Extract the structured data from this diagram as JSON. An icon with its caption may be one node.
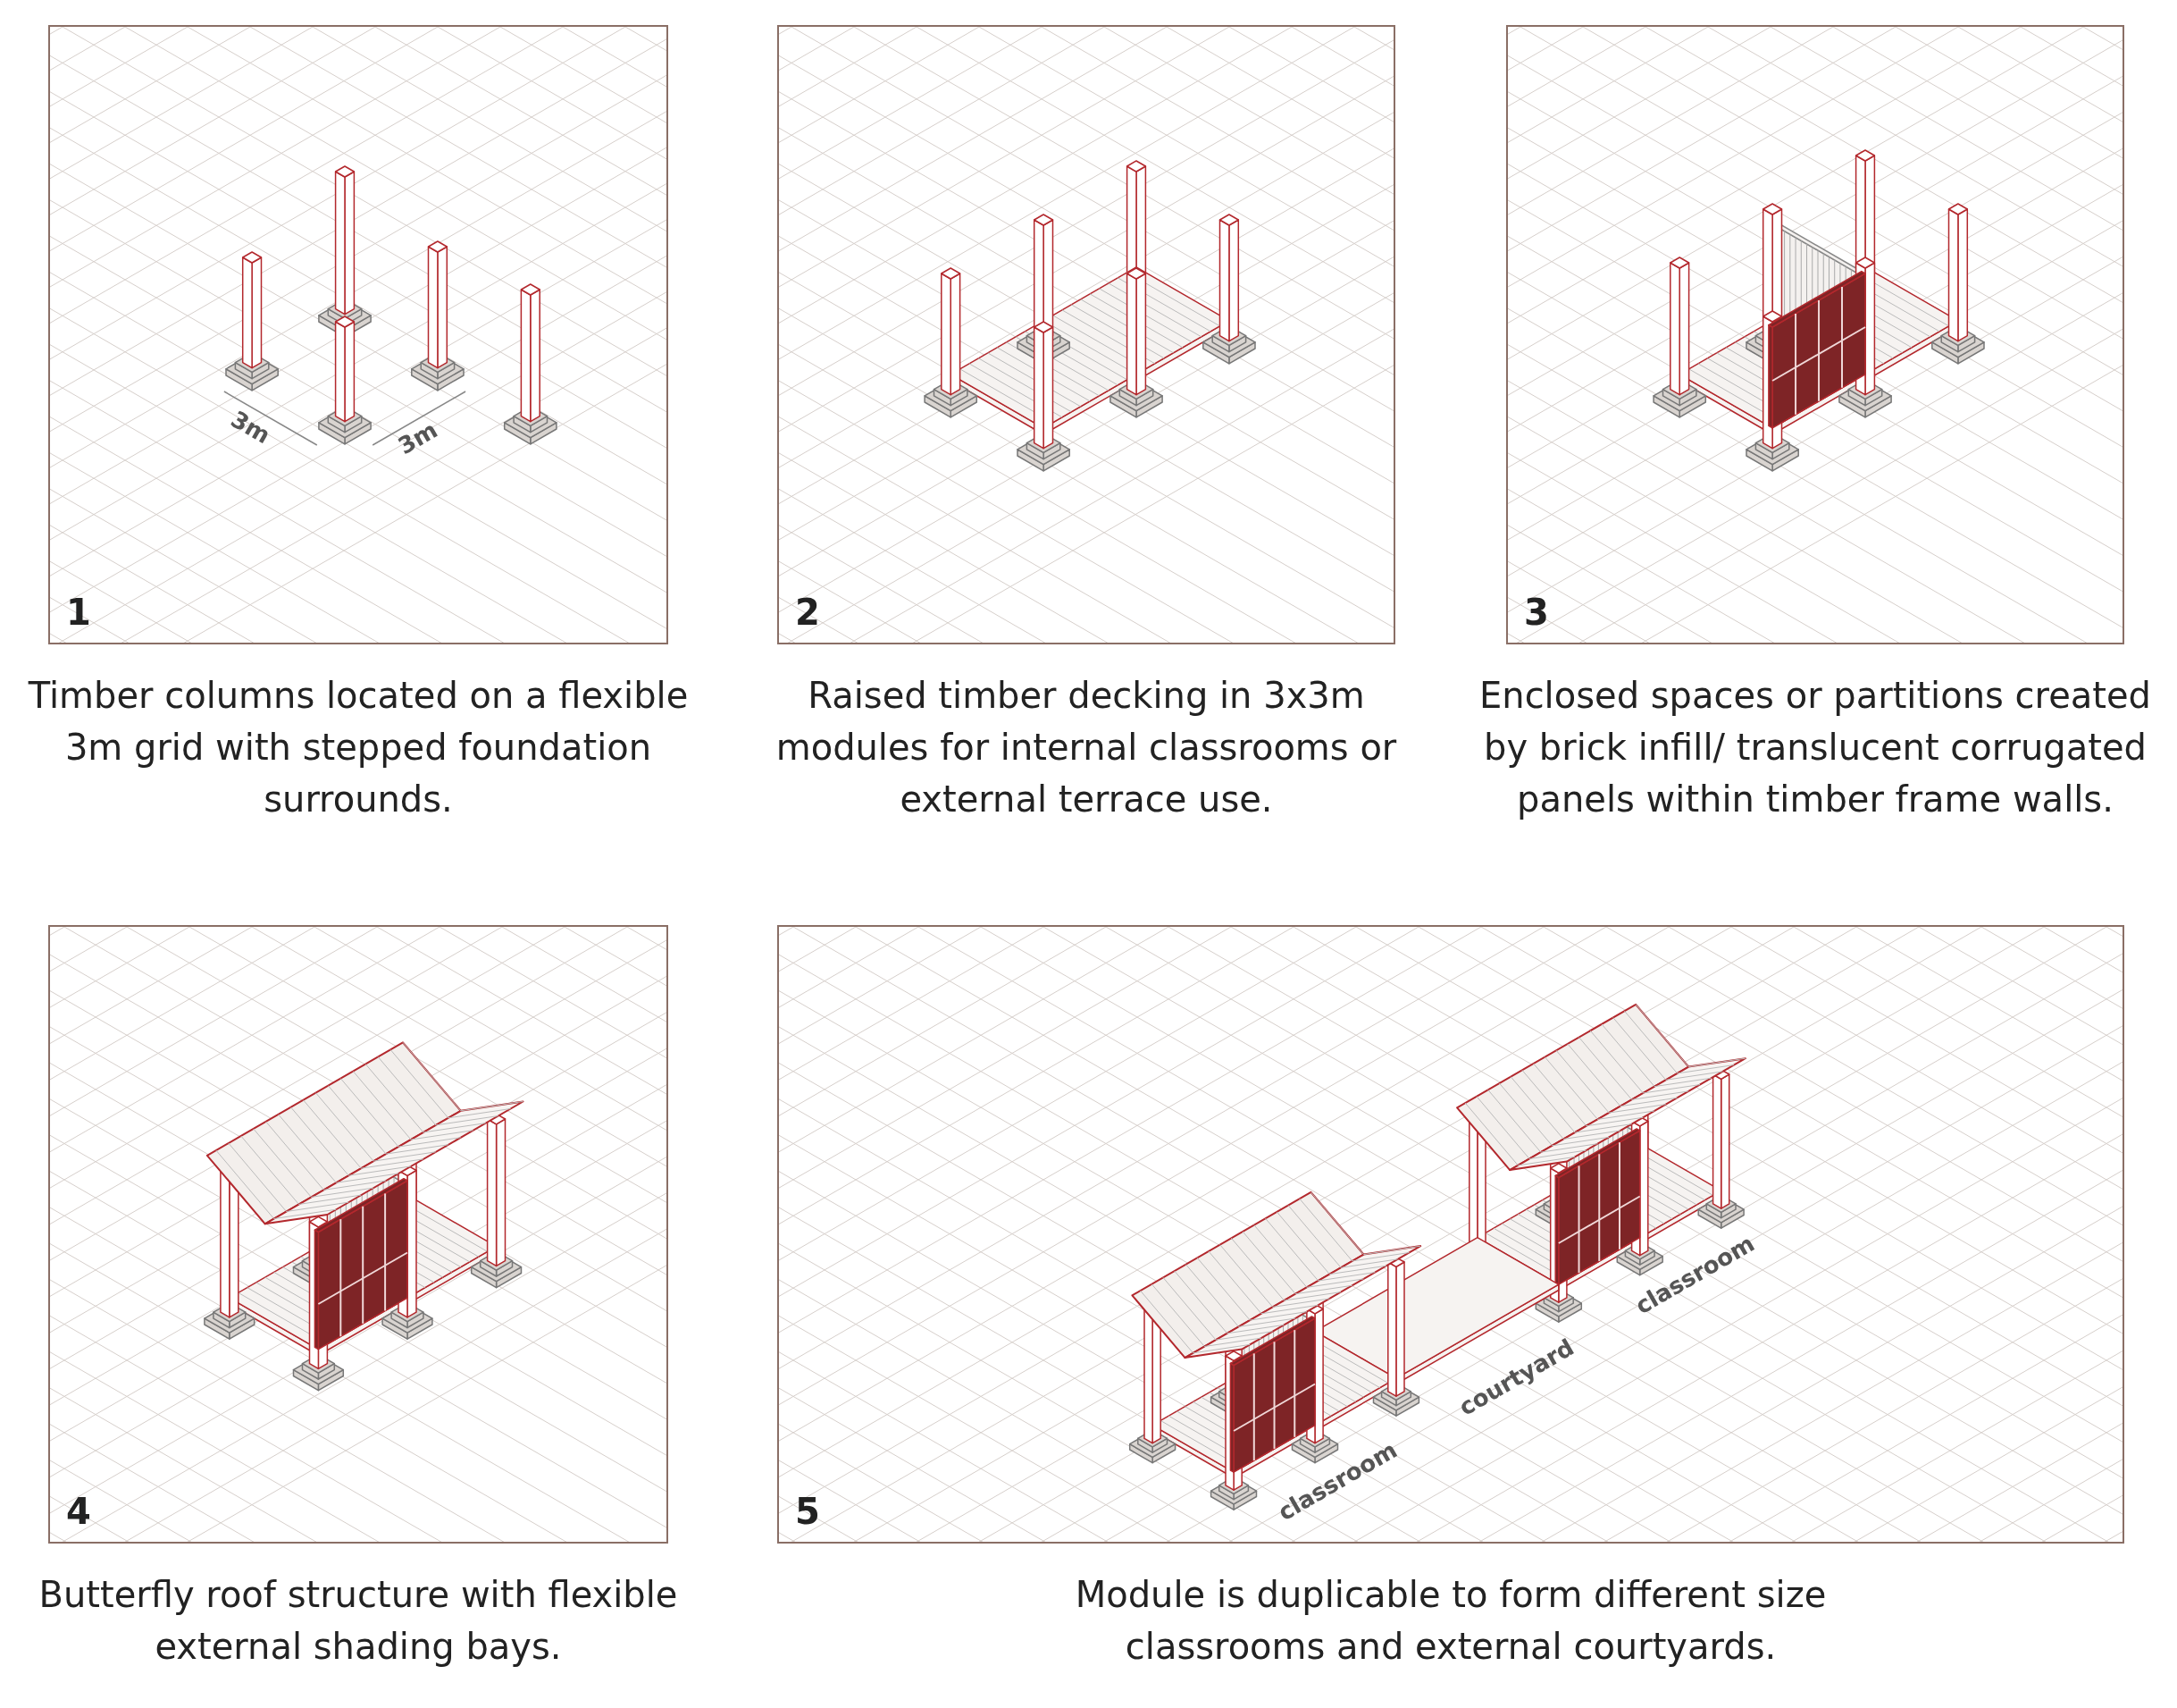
{
  "diagram": {
    "nodes": [
      {
        "text": [
          "1"
        ],
        "beside": [
          "Timber columns located on a flexible 3m grid with stepped foundation surrounds."
        ]
      },
      {
        "text": [
          "2"
        ],
        "beside": [
          "Raised timber decking in 3x3m modules for internal classrooms or external terrace use."
        ]
      },
      {
        "text": [
          "3"
        ],
        "beside": [
          "Enclosed spaces or partitions created by brick infill/ translucent corrugated panels within timber frame walls."
        ]
      },
      {
        "text": [
          "4"
        ],
        "beside": [
          "Butterfly roof structure with flexible external shading bays."
        ]
      },
      {
        "text": [
          "5"
        ],
        "beside": [
          "Module is duplicable to form different size classrooms and external courtyards."
        ]
      }
    ],
    "labels": [
      "3m",
      "3m",
      "classroom",
      "courtyard",
      "classroom"
    ]
  }
}
